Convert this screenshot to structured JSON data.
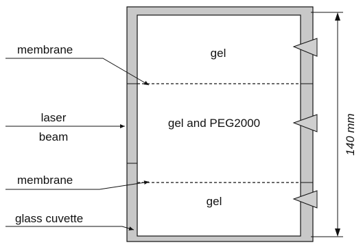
{
  "labels": {
    "region_top": "gel",
    "region_middle": "gel and PEG2000",
    "region_bottom": "gel",
    "membrane_top": "membrane",
    "laser_line1": "laser",
    "laser_line2": "beam",
    "membrane_bottom": "membrane",
    "cuvette": "glass cuvette",
    "dimension": "140 mm"
  },
  "colors": {
    "wall": "#c8c8c8",
    "stroke": "#111111",
    "marker_fill": "#cfcfcf"
  }
}
